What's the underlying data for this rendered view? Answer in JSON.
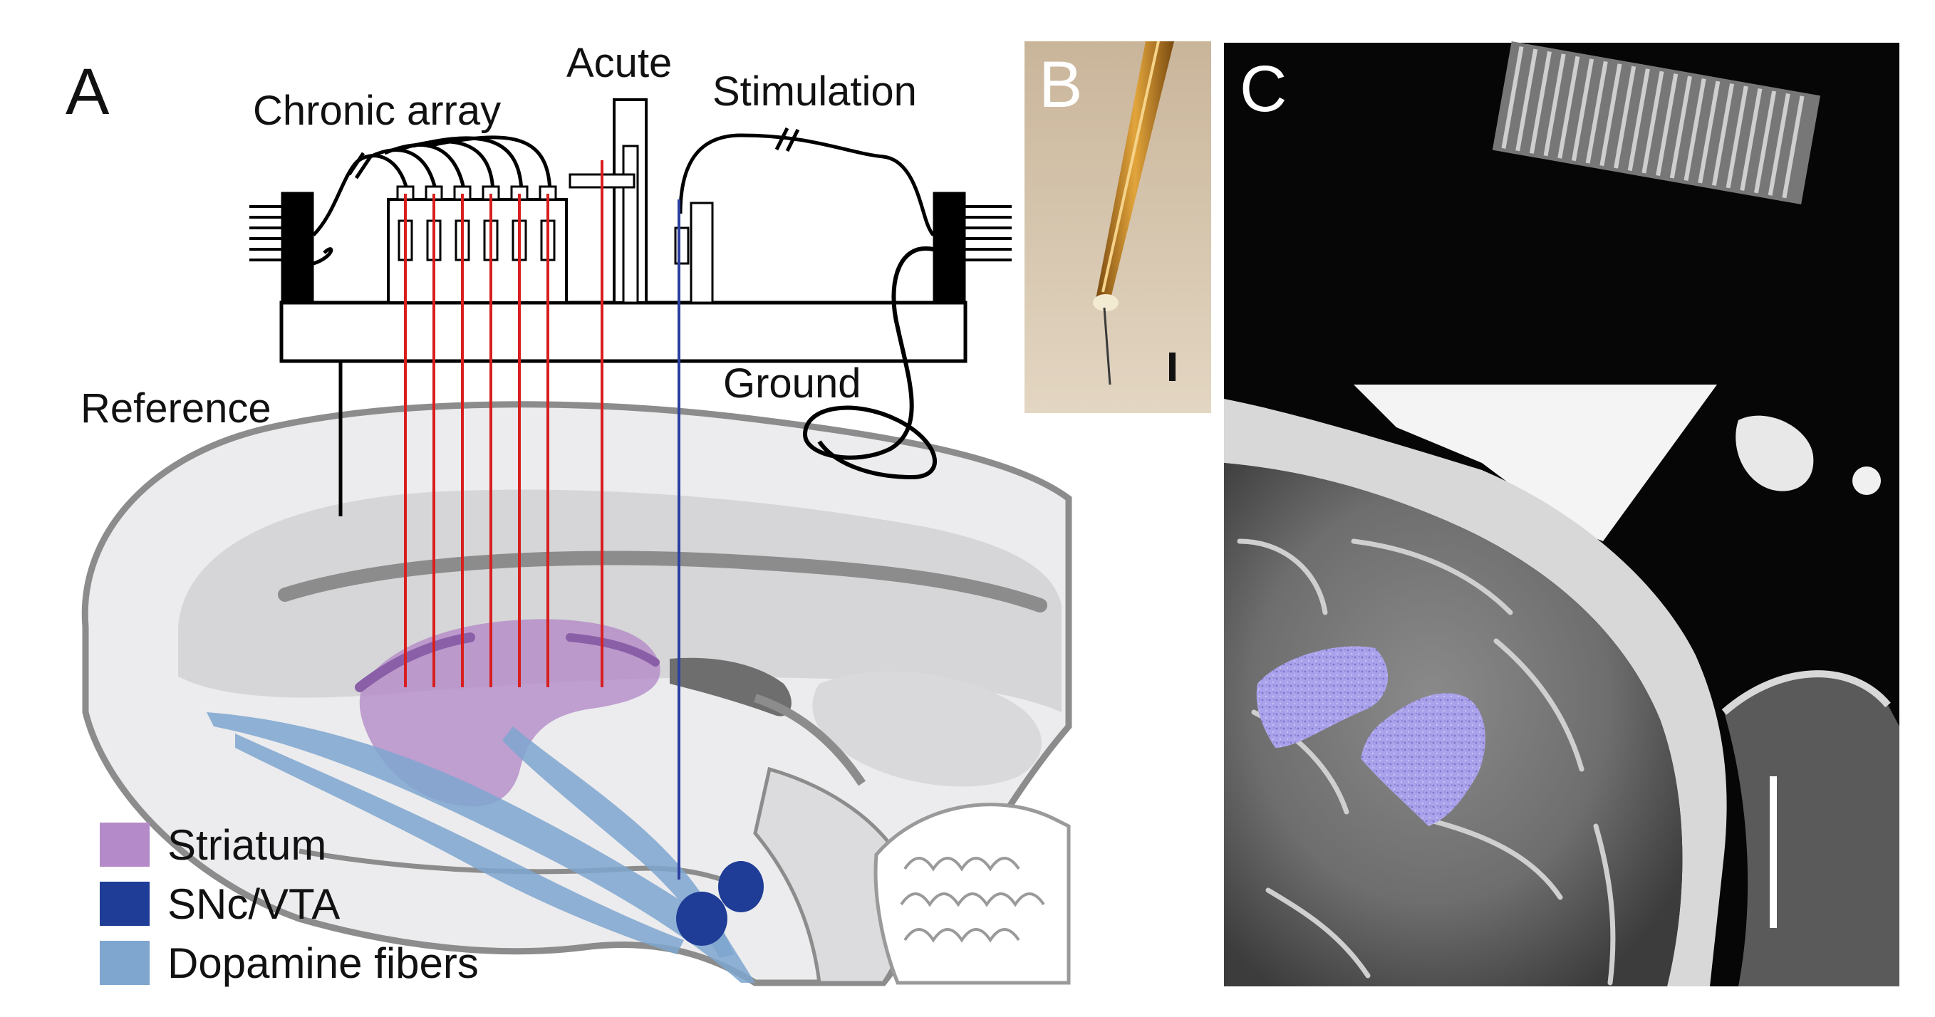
{
  "panels": {
    "a": {
      "letter": "A"
    },
    "b": {
      "letter": "B"
    },
    "c": {
      "letter": "C"
    }
  },
  "labels": {
    "chronic_array": "Chronic array",
    "acute": "Acute",
    "stimulation": "Stimulation",
    "reference": "Reference",
    "ground": "Ground"
  },
  "legend": [
    {
      "label": "Striatum",
      "color": "#b48bc8"
    },
    {
      "label": "SNc/VTA",
      "color": "#1f3c96"
    },
    {
      "label": "Dopamine fibers",
      "color": "#7ea6cf"
    }
  ],
  "colors": {
    "recording_electrode": "#d81e1e",
    "stimulation_electrode": "#2b3fa0",
    "brain_outline": "#8c8c8c",
    "brain_fill": "#e6e6e8",
    "mri_background": "#060606",
    "mri_highlight": "#a9a2e8"
  }
}
